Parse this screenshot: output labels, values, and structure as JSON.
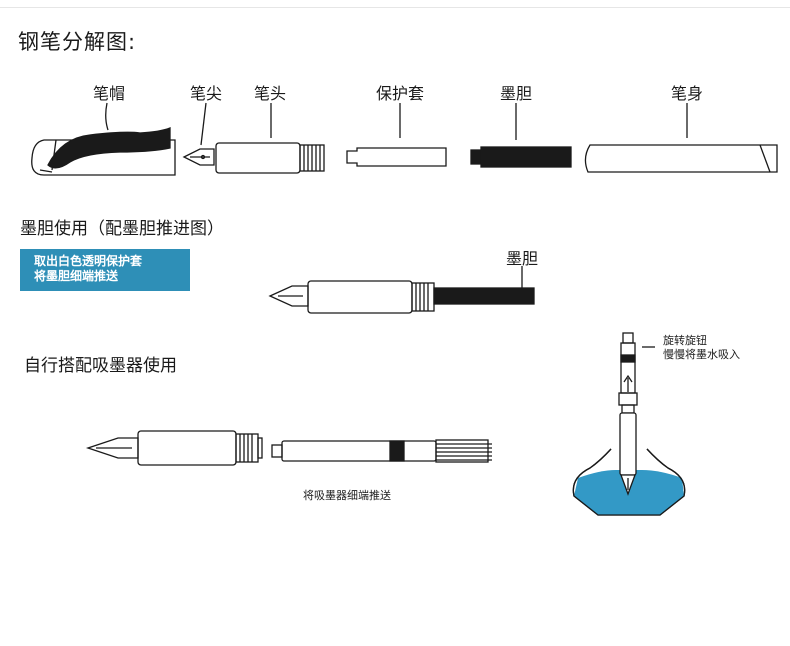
{
  "title": "钢笔分解图:",
  "parts": {
    "cap": "笔帽",
    "nib": "笔尖",
    "section": "笔头",
    "protective_sleeve": "保护套",
    "ink_cartridge": "墨胆",
    "barrel": "笔身"
  },
  "section_cartridge": {
    "heading": "墨胆使用（配墨胆推进图）",
    "instruction_line1": "取出白色透明保护套",
    "instruction_line2": "将墨胆细端推送",
    "cartridge_label": "墨胆",
    "banner_color": "#2e8fb7"
  },
  "section_converter": {
    "heading": "自行搭配吸墨器使用",
    "push_caption": "将吸墨器细端推送",
    "twist_line1": "旋转旋钮",
    "twist_line2": "慢慢将墨水吸入",
    "ink_color": "#3399c6"
  }
}
